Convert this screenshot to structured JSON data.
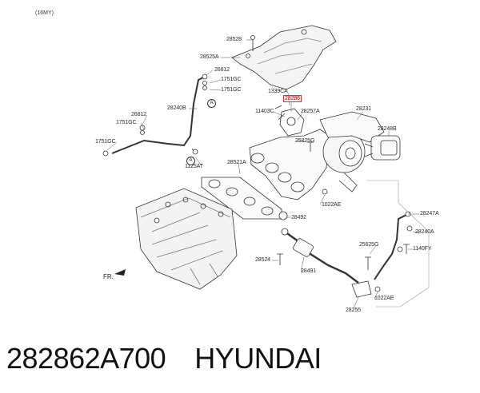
{
  "diagram": {
    "model_year": "(16MY)",
    "front_label": "FR.",
    "highlighted_part": "28286",
    "ref_circle": "A",
    "callouts": [
      {
        "id": "28528",
        "text": "28528"
      },
      {
        "id": "28525A",
        "text": "28525A"
      },
      {
        "id": "26812a",
        "text": "26812"
      },
      {
        "id": "1751GCa",
        "text": "1751GC"
      },
      {
        "id": "1751GCb",
        "text": "1751GC"
      },
      {
        "id": "28240B",
        "text": "28240B"
      },
      {
        "id": "26812b",
        "text": "26812"
      },
      {
        "id": "1751GCc",
        "text": "1751GC"
      },
      {
        "id": "1751GCd",
        "text": "1751GC"
      },
      {
        "id": "1339CA",
        "text": "1339CA"
      },
      {
        "id": "28286",
        "text": "28286"
      },
      {
        "id": "11403C",
        "text": "11403C"
      },
      {
        "id": "28257A",
        "text": "28257A"
      },
      {
        "id": "28231",
        "text": "28231"
      },
      {
        "id": "28248B",
        "text": "28248B"
      },
      {
        "id": "25825G",
        "text": "25825G"
      },
      {
        "id": "1125AT",
        "text": "1125AT"
      },
      {
        "id": "28521A",
        "text": "28521A"
      },
      {
        "id": "1022AEa",
        "text": "1022AE"
      },
      {
        "id": "28247A",
        "text": "28247A"
      },
      {
        "id": "28492",
        "text": "28492"
      },
      {
        "id": "28240A",
        "text": "28240A"
      },
      {
        "id": "25625G",
        "text": "25625G"
      },
      {
        "id": "1140FY",
        "text": "1140FY"
      },
      {
        "id": "28524",
        "text": "28524"
      },
      {
        "id": "28491",
        "text": "28491"
      },
      {
        "id": "1022AEb",
        "text": "1022AE"
      },
      {
        "id": "28255",
        "text": "28255"
      }
    ]
  },
  "footer": {
    "part_number": "282862A700",
    "brand": "HYUNDAI"
  }
}
